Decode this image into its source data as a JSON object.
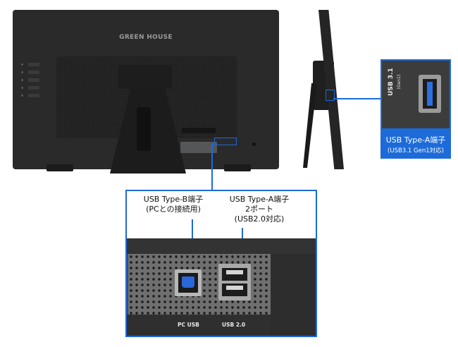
{
  "monitor": {
    "brand": "GREEN HOUSE"
  },
  "callout_right": {
    "port_print_main": "USB 3.1",
    "port_print_sub": "(Gen1)",
    "title": "USB Type-A端子",
    "subtitle": "(USB3.1 Gen1対応)"
  },
  "callout_bottom": {
    "left_caption_line1": "USB Type-B端子",
    "left_caption_line2": "(PCとの接続用)",
    "right_caption_line1": "USB Type-A端子",
    "right_caption_line2": "2ポート",
    "right_caption_line3": "(USB2.0対応)",
    "left_port_print": "PC USB",
    "right_port_print": "USB 2.0"
  },
  "colors": {
    "accent": "#1d6bd8",
    "usb3_blue": "#2a6fe0",
    "monitor_body": "#2a2a2b"
  }
}
